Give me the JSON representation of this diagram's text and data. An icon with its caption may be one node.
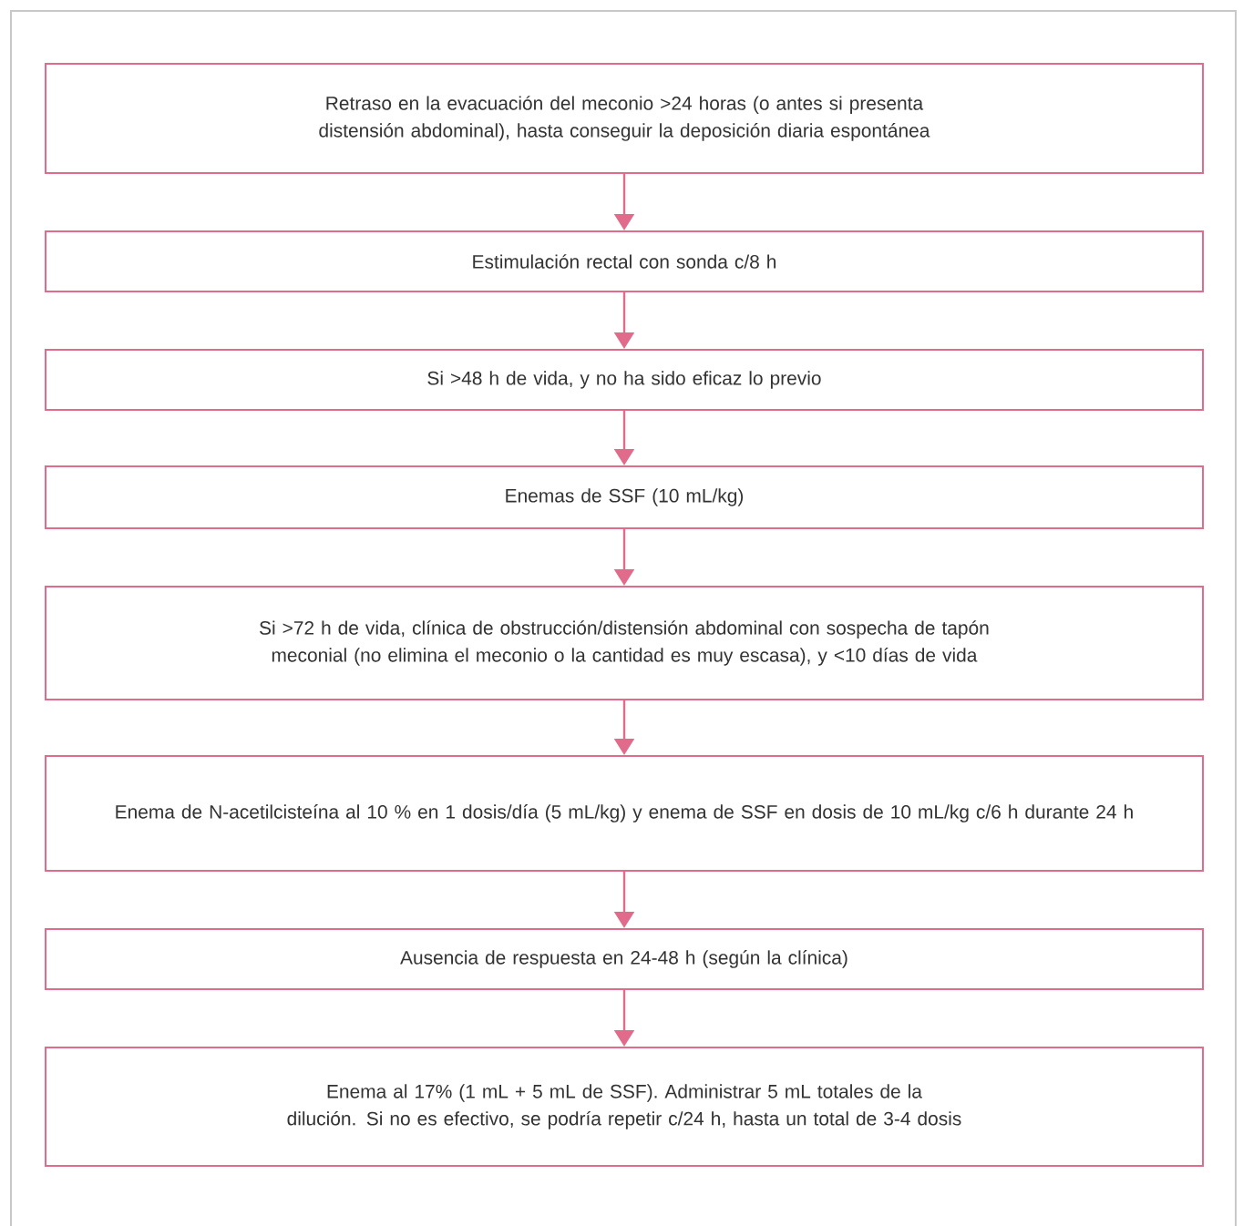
{
  "diagram": {
    "nodes": [
      {
        "text": [
          "Retraso en la evacuación del meconio >24 horas (o antes si presenta distensión abdominal), hasta conseguir la deposición diaria espontánea"
        ]
      },
      {
        "text": [
          "Estimulación rectal con sonda c/8 h"
        ]
      },
      {
        "text": [
          "Si >48 h de vida, y no ha sido eficaz lo previo"
        ]
      },
      {
        "text": [
          "Enemas de SSF (10 mL/kg)"
        ]
      },
      {
        "text": [
          "Si >72 h de vida, clínica de obstrucción/distensión abdominal con sospecha de tapón meconial (no elimina el meconio o la cantidad es muy escasa), y <10 días de vida"
        ]
      },
      {
        "text": [
          "Enema de N-acetilcisteína al 10 % en 1 dosis/día (5 mL/kg) y enema de SSF en dosis de 10 mL/kg c/6 h durante 24 h"
        ]
      },
      {
        "text": [
          "Ausencia de respuesta en 24-48 h (según la clínica)"
        ]
      },
      {
        "text": [
          "Enema al 17% (1 mL + 5 mL de SSF). Administrar 5 mL totales de la dilución. Si no es efectivo, se podría repetir c/24 h, hasta un total de 3-4 dosis"
        ]
      }
    ],
    "edges": [
      {
        "from": 0,
        "to": 1,
        "arrow": "to"
      },
      {
        "from": 1,
        "to": 2,
        "arrow": "to"
      },
      {
        "from": 2,
        "to": 3,
        "arrow": "to"
      },
      {
        "from": 3,
        "to": 4,
        "arrow": "to"
      },
      {
        "from": 4,
        "to": 5,
        "arrow": "to"
      },
      {
        "from": 5,
        "to": 6,
        "arrow": "to"
      },
      {
        "from": 6,
        "to": 7,
        "arrow": "to"
      }
    ]
  }
}
